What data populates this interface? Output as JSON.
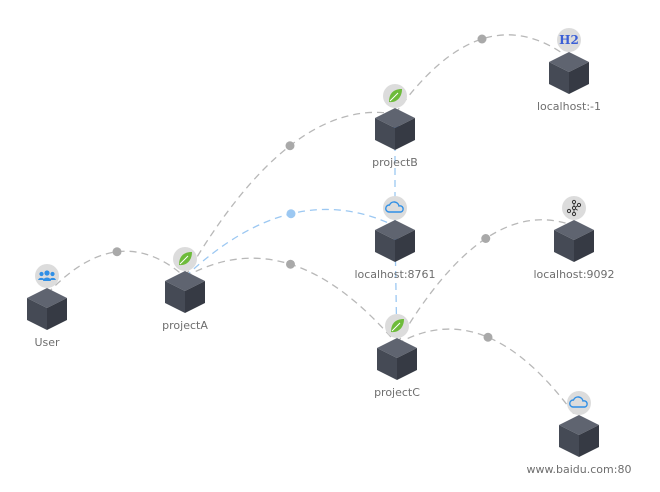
{
  "graph": {
    "nodes": [
      {
        "id": "user",
        "label": "User",
        "icon": "user-group-icon",
        "color": "#2f8fe6"
      },
      {
        "id": "projectA",
        "label": "projectA",
        "icon": "spring-leaf-icon",
        "color": "#6dbb3a"
      },
      {
        "id": "projectB",
        "label": "projectB",
        "icon": "spring-leaf-icon",
        "color": "#6dbb3a"
      },
      {
        "id": "localhost8761",
        "label": "localhost:8761",
        "icon": "cloud-icon",
        "color": "#2f8fe6"
      },
      {
        "id": "projectC",
        "label": "projectC",
        "icon": "spring-leaf-icon",
        "color": "#6dbb3a"
      },
      {
        "id": "h2db",
        "label": "localhost:-1",
        "icon": "h2-database-icon",
        "icon_text": "H2",
        "color": "#3b5fd6"
      },
      {
        "id": "kafka",
        "label": "localhost:9092",
        "icon": "kafka-icon",
        "color": "#333333"
      },
      {
        "id": "baidu",
        "label": "www.baidu.com:80",
        "icon": "cloud-icon",
        "color": "#2f8fe6"
      }
    ],
    "edges": [
      {
        "from": "user",
        "to": "projectA",
        "style": "gray"
      },
      {
        "from": "projectA",
        "to": "projectB",
        "style": "gray"
      },
      {
        "from": "projectA",
        "to": "localhost8761",
        "style": "blue"
      },
      {
        "from": "projectA",
        "to": "projectC",
        "style": "gray"
      },
      {
        "from": "projectB",
        "to": "h2db",
        "style": "gray"
      },
      {
        "from": "projectB",
        "to": "localhost8761",
        "style": "blue"
      },
      {
        "from": "projectC",
        "to": "localhost8761",
        "style": "blue"
      },
      {
        "from": "projectC",
        "to": "kafka",
        "style": "gray"
      },
      {
        "from": "projectC",
        "to": "baidu",
        "style": "gray"
      }
    ],
    "colors": {
      "gray_edge": "#b8b8b8",
      "blue_edge": "#9cc8f2",
      "cube_top": "#5f6470",
      "cube_left": "#454a55",
      "cube_right": "#363a44"
    }
  }
}
